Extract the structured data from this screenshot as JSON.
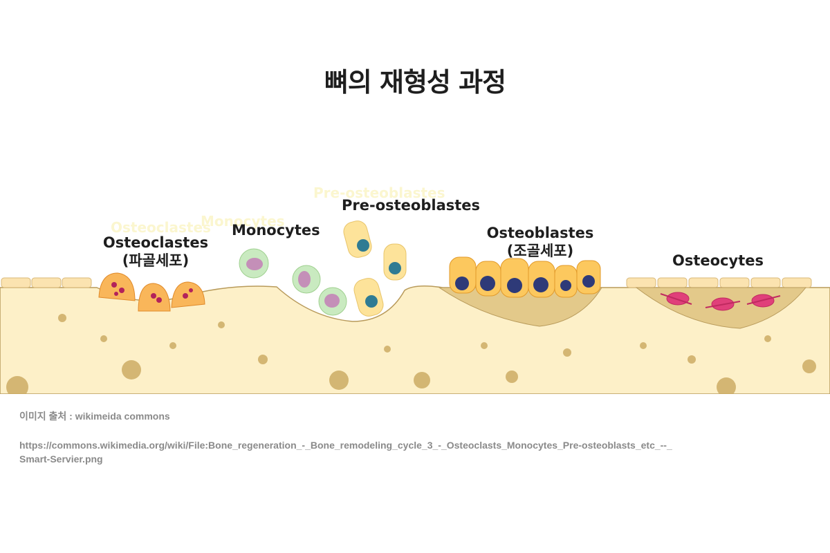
{
  "title": "뼈의 재형성 과정",
  "labels": {
    "osteoclasts": "Osteoclastes",
    "osteoclasts_ko": "(파골세포)",
    "monocytes": "Monocytes",
    "pre_osteoblasts": "Pre-osteoblastes",
    "osteoblasts": "Osteoblastes",
    "osteoblasts_ko": "(조골세포)",
    "osteocytes": "Osteocytes"
  },
  "ghost_labels": {
    "osteoclasts": "Osteoclastes",
    "monocytes": "Monocytes",
    "pre_osteoblasts": "Pre-osteoblastes"
  },
  "caption": {
    "source": "이미지 출처 : wikimeida commons",
    "url_line1": "https://commons.wikimedia.org/wiki/File:Bone_regeneration_-_Bone_remodeling_cycle_3_-_Osteoclasts_Monocytes_Pre-osteoblasts_etc_--_",
    "url_line2": "Smart-Servier.png"
  },
  "colors": {
    "bone": "#fdf0c8",
    "bone_dark": "#e3c98a",
    "osteoclast": "#f9b65a",
    "monocyte": "#c9eac0",
    "nucleus_blue": "#2f7b93",
    "osteoblast_nucleus": "#2e3a78",
    "osteocyte": "#e0407a"
  }
}
